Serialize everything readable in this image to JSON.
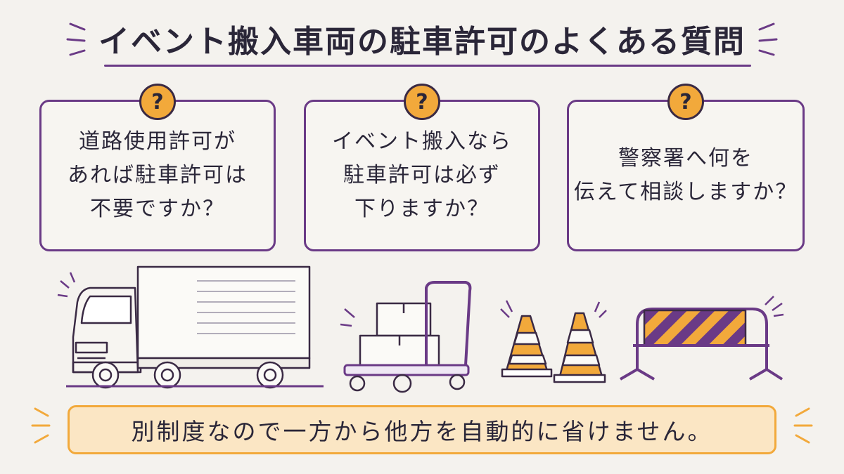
{
  "title": "イベント搬入車両の駐車許可のよくある質問",
  "cards": [
    {
      "badge": "?",
      "text": "道路使用許可が\nあれば駐車許可は\n不要ですか？"
    },
    {
      "badge": "?",
      "text": "イベント搬入なら\n駐車許可は必ず\n下りますか？"
    },
    {
      "badge": "?",
      "text": "警察署へ何を\n伝えて相談しますか？"
    }
  ],
  "footer": "別制度なので一方から他方を自動的に省けません。",
  "illustrations": [
    "truck-icon",
    "hand-cart-icon",
    "traffic-cone-icon",
    "barricade-icon"
  ],
  "colors": {
    "accent": "#6a3a86",
    "orange": "#f2a93b",
    "footer_bg": "#fbe6c4",
    "background": "#f4f2ee"
  }
}
